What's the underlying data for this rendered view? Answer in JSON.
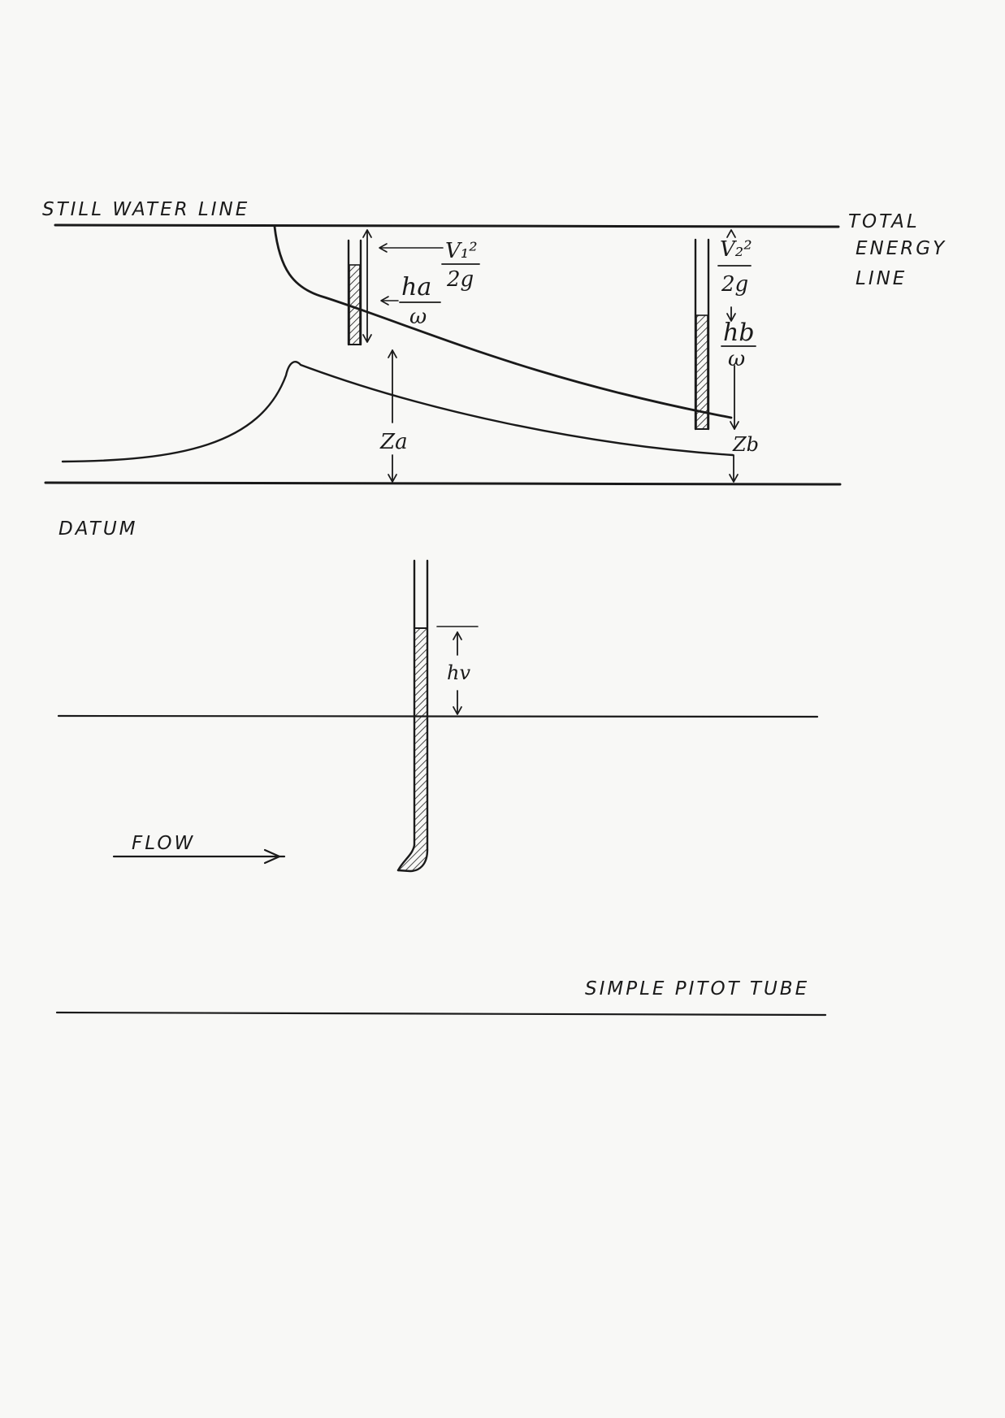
{
  "labels": {
    "still_water_line": "STILL WATER LINE",
    "total_energy_1": "TOTAL",
    "total_energy_2": "ENERGY",
    "total_energy_3": "LINE",
    "datum": "DATUM",
    "flow": "FLOW",
    "simple_pitot_tube": "SIMPLE PITOT TUBE"
  },
  "terms": {
    "v1_num": "V₁²",
    "v1_den": "2g",
    "ha_num": "ha",
    "ha_den": "ω",
    "za": "Za",
    "v2_num": "V₂²",
    "v2_den": "2g",
    "hb_num": "hb",
    "hb_den": "ω",
    "zb": "Zb",
    "hv": "hv"
  },
  "colors": {
    "ink": "#1a1a1a",
    "paper": "#f8f8f6"
  }
}
